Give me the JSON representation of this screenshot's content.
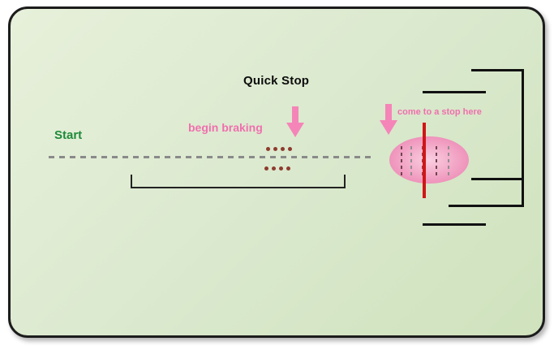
{
  "title": "Quick Stop",
  "labels": {
    "start": "Start",
    "begin_braking": "begin braking",
    "stop_here": "come to a stop here"
  },
  "colors": {
    "panel_background": "#dcead0",
    "panel_border": "#1c1c1c",
    "pink_accent": "#f06fae",
    "arrow_pink": "#f585b8",
    "green_accent": "#1f8a3b",
    "red_stop_line": "#d01616",
    "brake_dot": "#8e3b2e",
    "dashed_path": "#8a8a8a",
    "boundary_line": "#111111"
  },
  "icons": {
    "down_arrow": "down-arrow-icon"
  }
}
